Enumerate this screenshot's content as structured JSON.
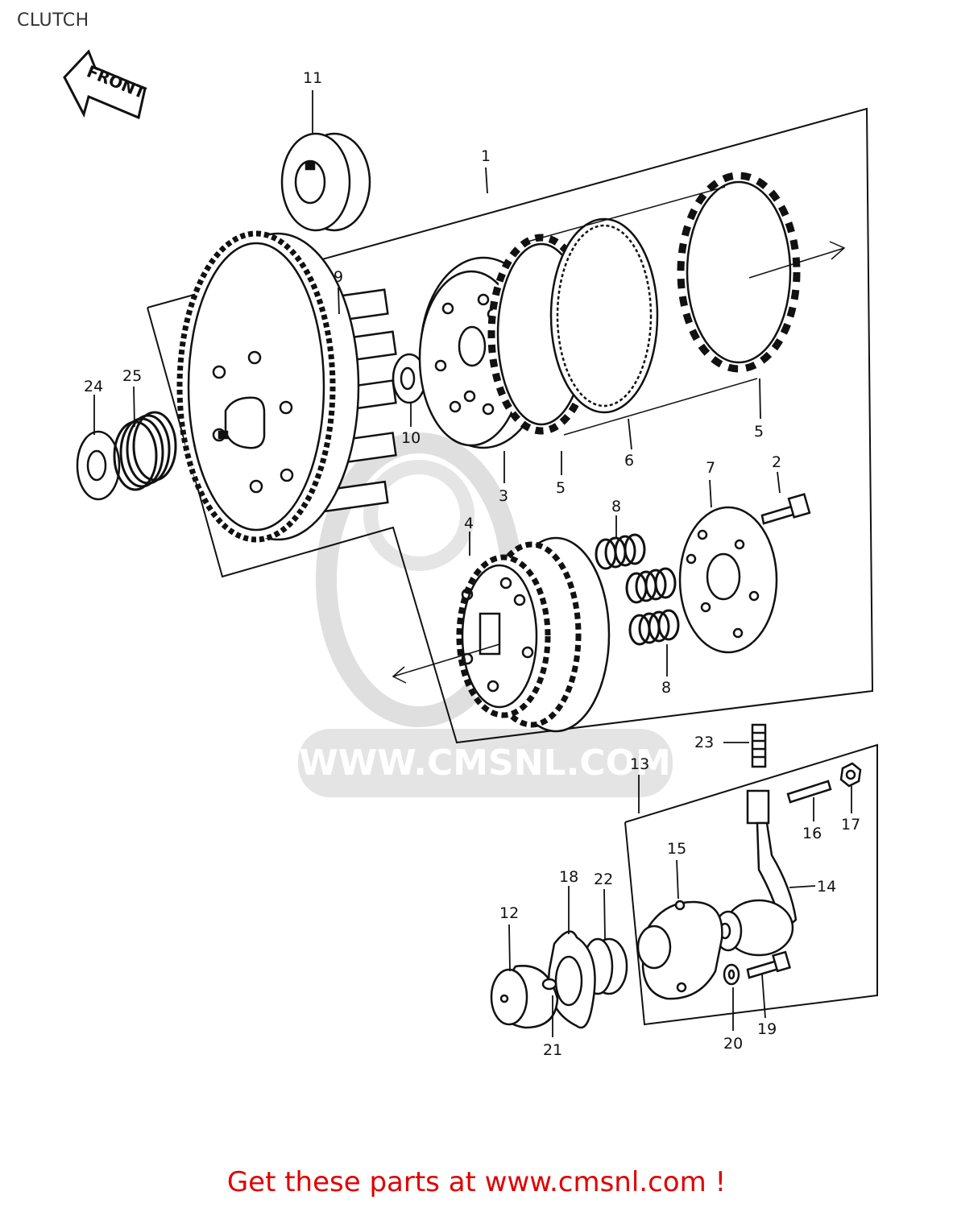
{
  "title": "CLUTCH",
  "front_label": "FRONT",
  "watermark": "WWW.CMSNL.COM",
  "footer": {
    "link_text": "Get these parts at www.cmsnl.com !",
    "color": "#e00000"
  },
  "callouts": [
    "1",
    "2",
    "3",
    "4",
    "5",
    "5",
    "6",
    "7",
    "8",
    "8",
    "9",
    "10",
    "11",
    "12",
    "13",
    "14",
    "15",
    "16",
    "17",
    "18",
    "19",
    "20",
    "21",
    "22",
    "23",
    "24",
    "25"
  ],
  "colors": {
    "line": "#111111",
    "watermark": "#d9d9d9"
  }
}
